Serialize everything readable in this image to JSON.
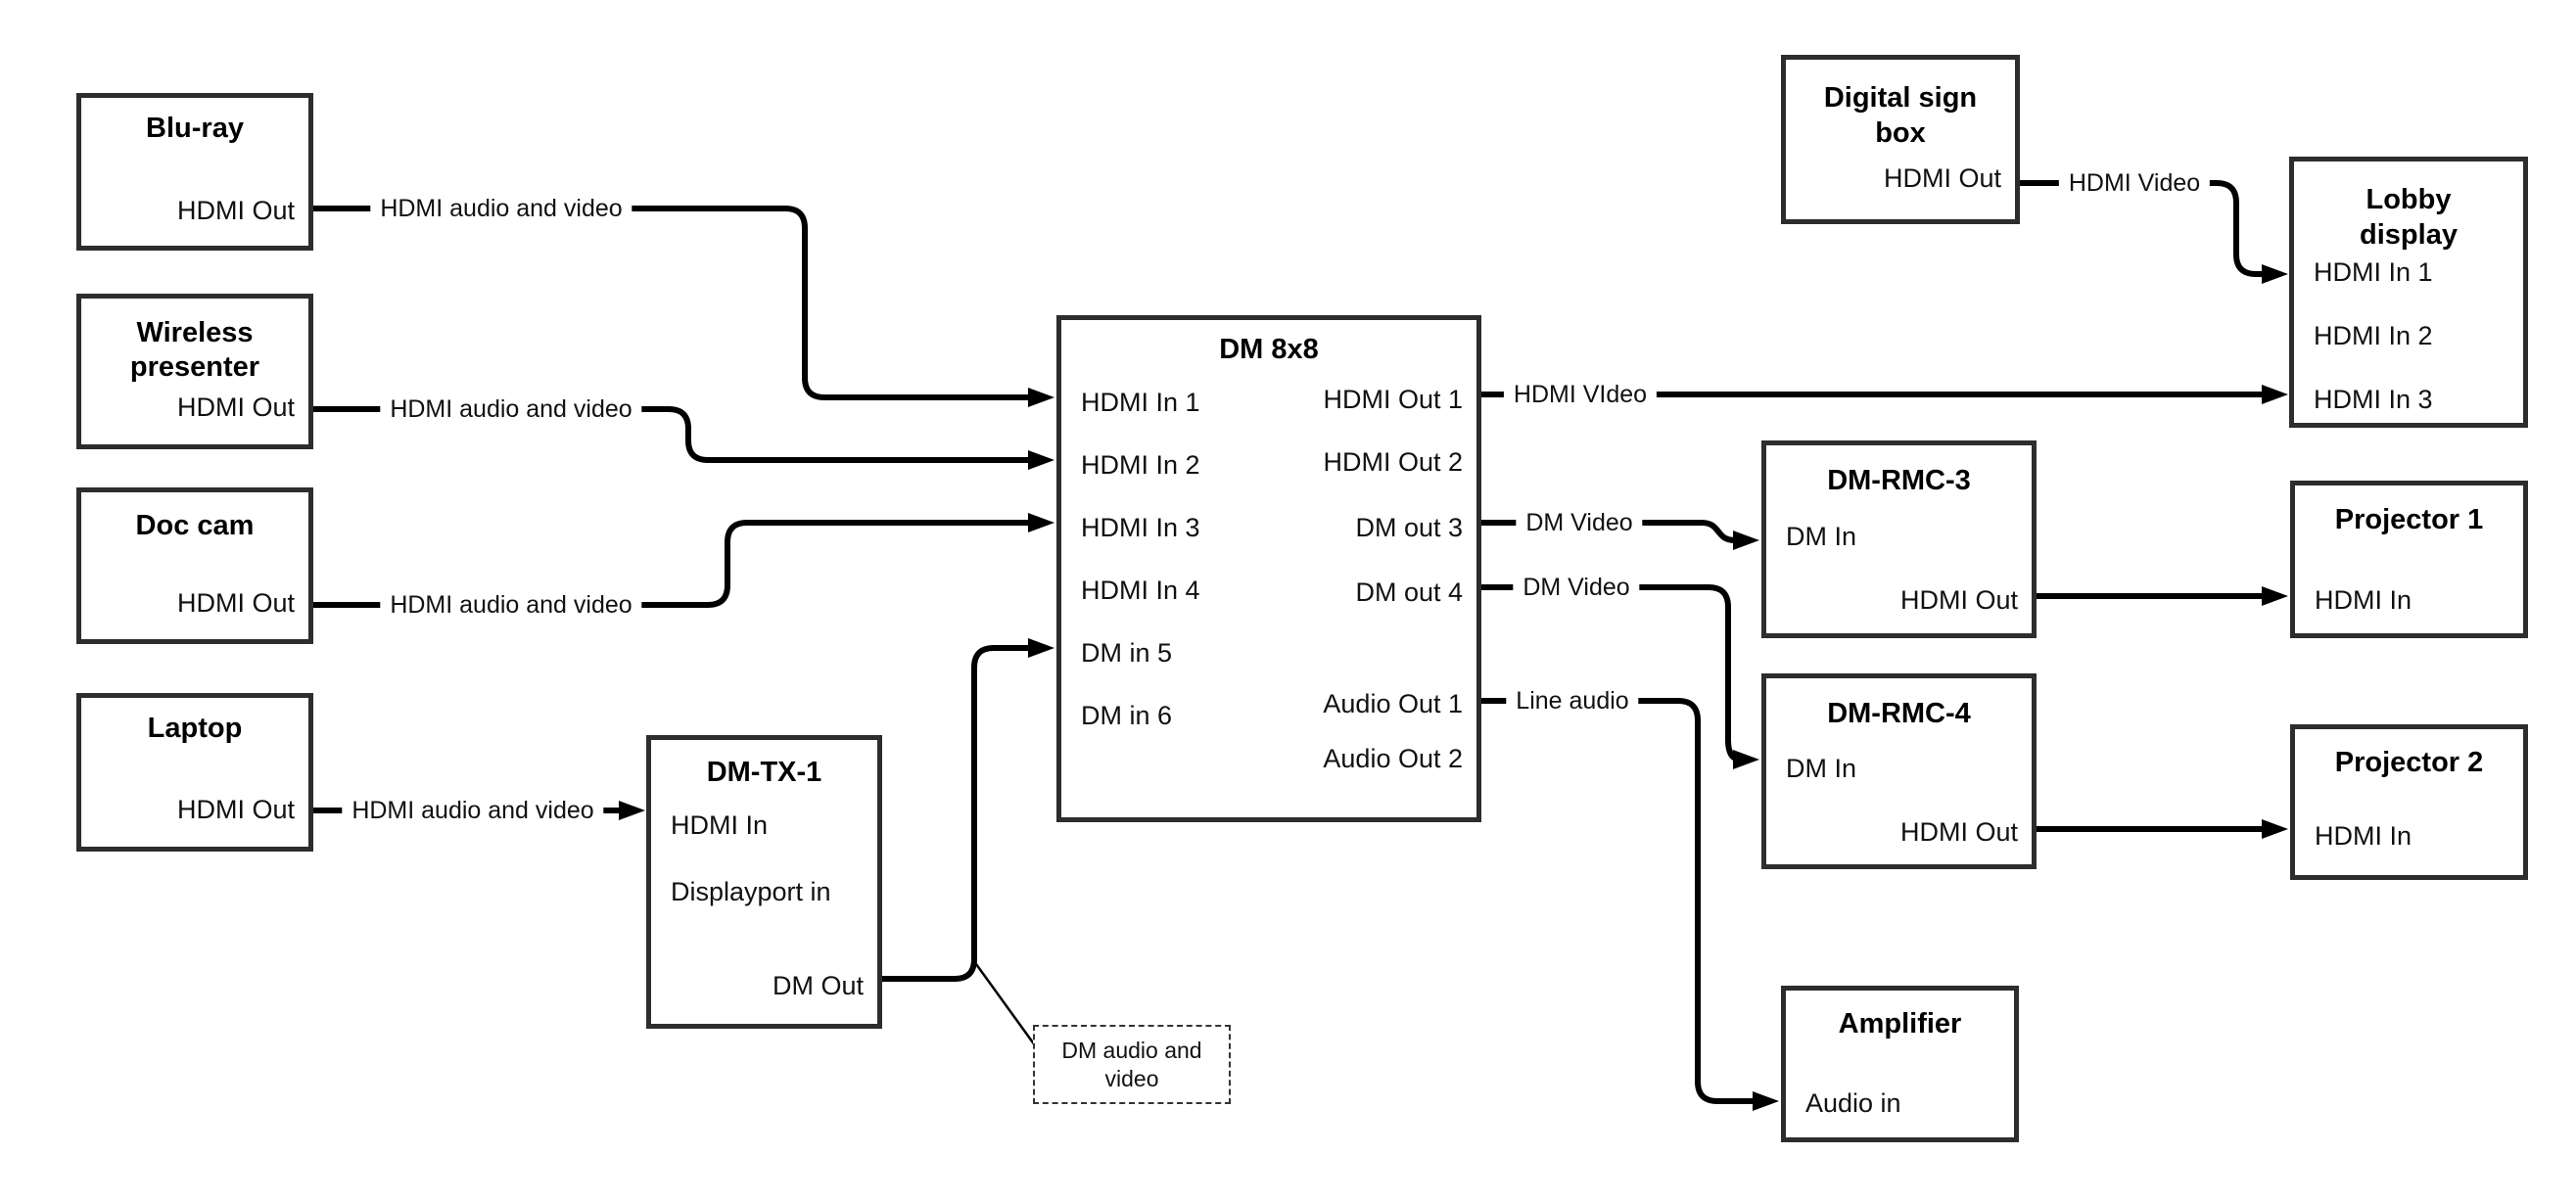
{
  "diagram": {
    "colors": {
      "background": "#ffffff",
      "line": "#000000",
      "box_border": "#2d2d2d"
    },
    "nodes": {
      "bluray": {
        "title": "Blu-ray",
        "ports": {
          "hdmi_out": "HDMI Out"
        }
      },
      "wireless": {
        "title": "Wireless presenter",
        "ports": {
          "hdmi_out": "HDMI Out"
        }
      },
      "doccam": {
        "title": "Doc cam",
        "ports": {
          "hdmi_out": "HDMI Out"
        }
      },
      "laptop": {
        "title": "Laptop",
        "ports": {
          "hdmi_out": "HDMI Out"
        }
      },
      "dmtx1": {
        "title": "DM-TX-1",
        "ports": {
          "hdmi_in": "HDMI In",
          "dp_in": "Displayport in",
          "dm_out": "DM Out"
        }
      },
      "dm8x8": {
        "title": "DM 8x8",
        "ports": {
          "in1": "HDMI In 1",
          "in2": "HDMI In 2",
          "in3": "HDMI In 3",
          "in4": "HDMI In 4",
          "in5": "DM in 5",
          "in6": "DM in 6",
          "out1": "HDMI Out 1",
          "out2": "HDMI Out 2",
          "out3": "DM out 3",
          "out4": "DM out 4",
          "audio1": "Audio Out 1",
          "audio2": "Audio Out 2"
        }
      },
      "sign": {
        "title": "Digital sign box",
        "ports": {
          "hdmi_out": "HDMI Out"
        }
      },
      "lobby": {
        "title": "Lobby display",
        "ports": {
          "in1": "HDMI In 1",
          "in2": "HDMI In 2",
          "in3": "HDMI In 3"
        }
      },
      "rmc3": {
        "title": "DM-RMC-3",
        "ports": {
          "dm_in": "DM In",
          "hdmi_out": "HDMI Out"
        }
      },
      "proj1": {
        "title": "Projector 1",
        "ports": {
          "hdmi_in": "HDMI In"
        }
      },
      "rmc4": {
        "title": "DM-RMC-4",
        "ports": {
          "dm_in": "DM In",
          "hdmi_out": "HDMI Out"
        }
      },
      "proj2": {
        "title": "Projector 2",
        "ports": {
          "hdmi_in": "HDMI In"
        }
      },
      "amp": {
        "title": "Amplifier",
        "ports": {
          "audio_in": "Audio in"
        }
      }
    },
    "edge_labels": {
      "bluray_line": "HDMI audio and video",
      "wireless_line": "HDMI audio and video",
      "doccam_line": "HDMI audio and video",
      "laptop_line": "HDMI audio and video",
      "hdmi_out1_line": "HDMI VIdeo",
      "dm_out3_line": "DM Video",
      "dm_out4_line": "DM Video",
      "audio_out1_line": "Line audio",
      "sign_line": "HDMI Video"
    },
    "callout": {
      "text": "DM audio and video"
    }
  }
}
